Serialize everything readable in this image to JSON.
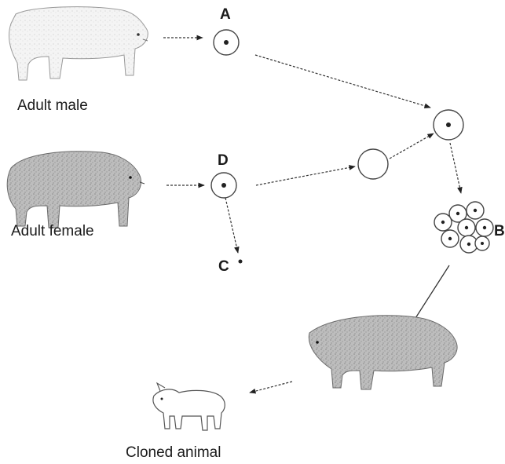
{
  "labels": {
    "adult_male": "Adult male",
    "adult_female": "Adult female",
    "cloned_animal": "Cloned animal",
    "A": "A",
    "B": "B",
    "C": "C",
    "D": "D"
  }
}
